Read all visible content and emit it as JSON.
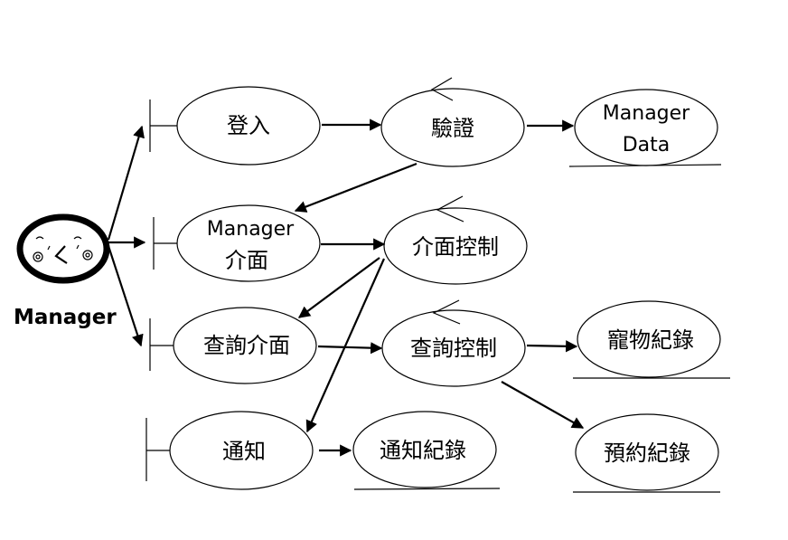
{
  "actor": {
    "label": "Manager"
  },
  "boundaries": {
    "login": "登入",
    "manager_ui_line1": "Manager",
    "manager_ui_line2": "介面",
    "query_ui": "查詢介面",
    "notify": "通知"
  },
  "controls": {
    "verify": "驗證",
    "ui_control": "介面控制",
    "query_control": "查詢控制"
  },
  "entities": {
    "manager_data_line1": "Manager",
    "manager_data_line2": "Data",
    "pet_record": "寵物紀錄",
    "notify_record": "通知紀錄",
    "booking_record": "預約紀錄"
  }
}
